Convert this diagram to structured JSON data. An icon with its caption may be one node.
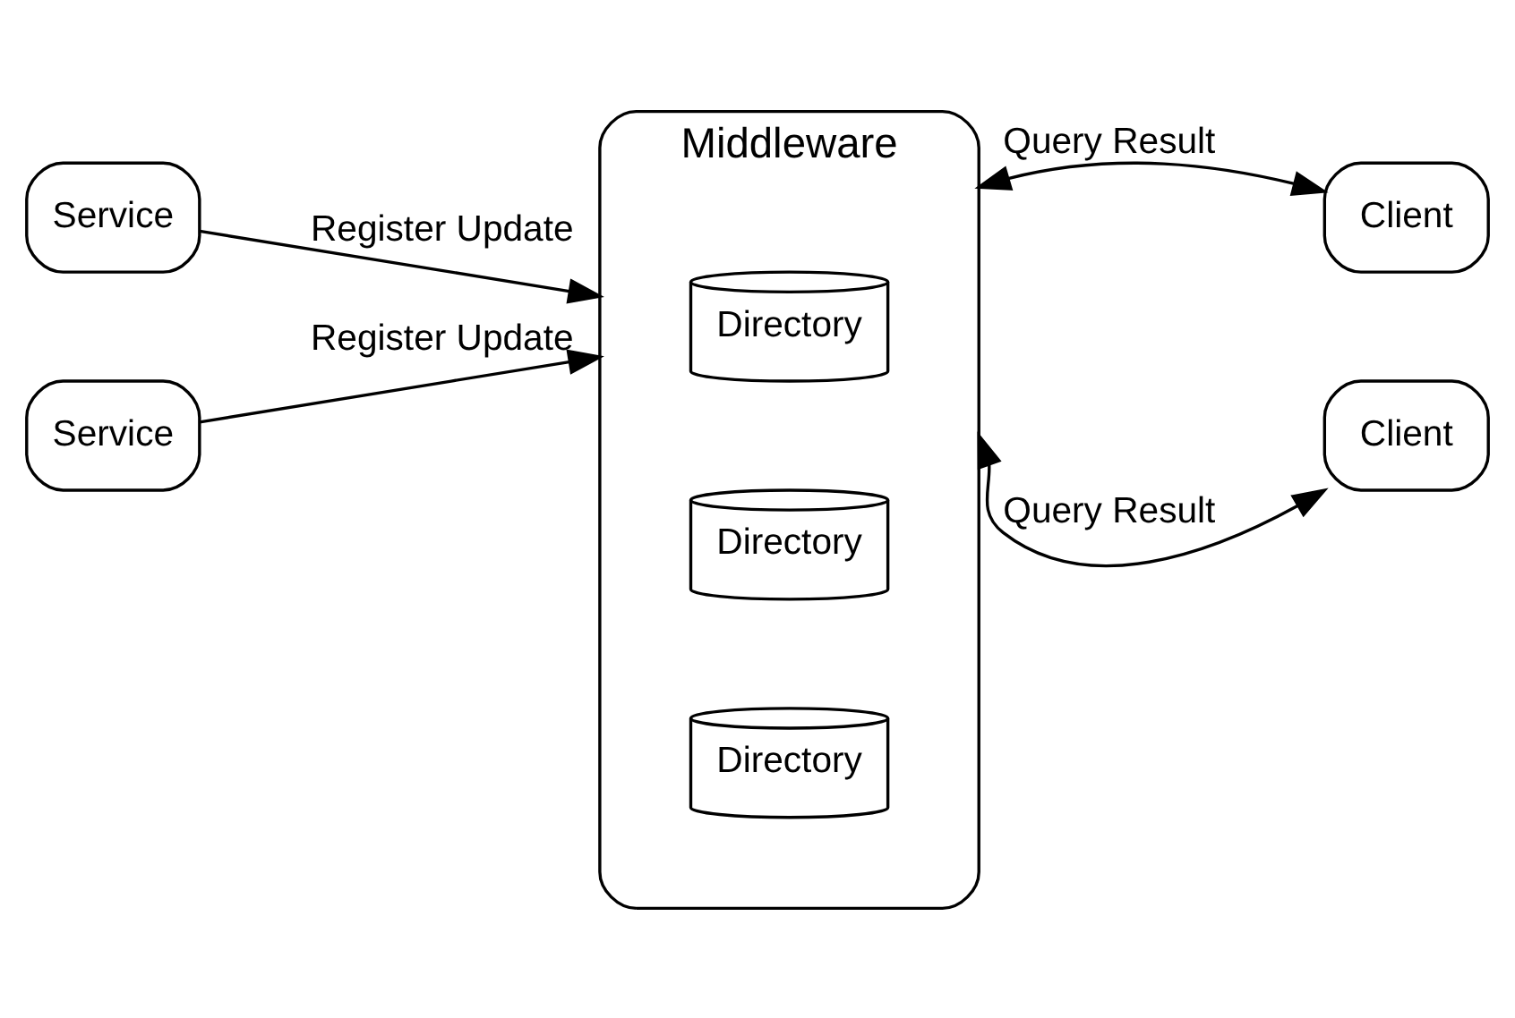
{
  "diagram": {
    "nodes": [
      {
        "text": [
          "Service"
        ]
      },
      {
        "text": [
          "Client"
        ]
      },
      {
        "text": [
          "Middleware"
        ]
      },
      {
        "text": [
          "Directory"
        ],
        "in": 2
      },
      {
        "text": [
          "Directory"
        ],
        "in": 2
      },
      {
        "text": [
          "Directory"
        ],
        "in": 2
      },
      {
        "text": [
          "Service"
        ]
      },
      {
        "text": [
          "Client"
        ]
      }
    ],
    "edges": [
      {
        "from": 0,
        "to": 2,
        "arrow": "to",
        "label": "Register Update"
      },
      {
        "from": 1,
        "to": 2,
        "arrow": "both",
        "label": "Query Result"
      },
      {
        "from": 6,
        "to": 2,
        "arrow": "to",
        "label": "Register Update"
      },
      {
        "from": 7,
        "to": 2,
        "arrow": "both",
        "label": "Query Result"
      }
    ]
  }
}
